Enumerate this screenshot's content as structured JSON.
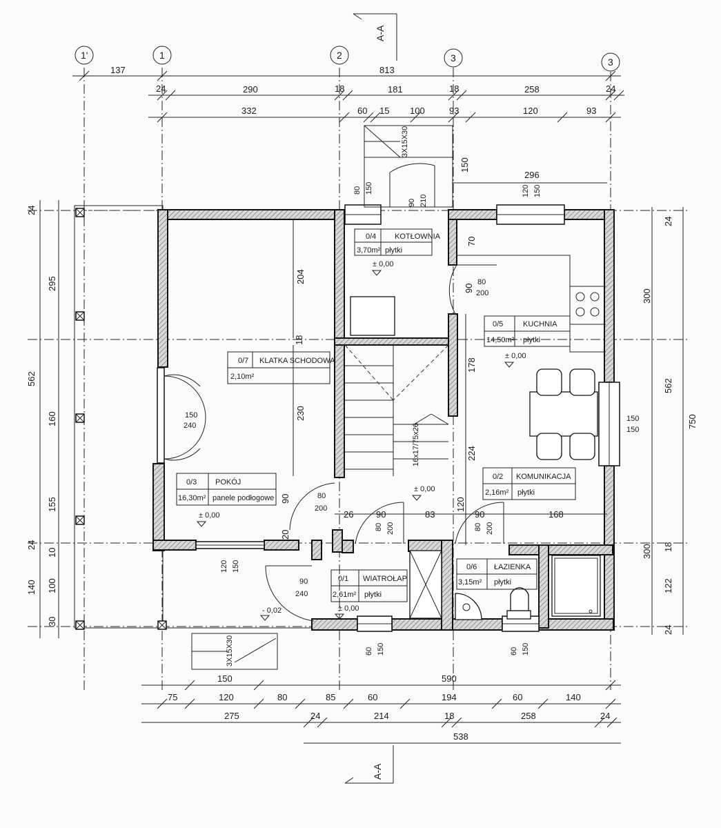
{
  "section_marker": {
    "top": "A-A",
    "bottom": "A-A"
  },
  "axes": {
    "a1p": "1'",
    "a1": "1",
    "a2": "2",
    "a3": "3",
    "a3b": "3"
  },
  "dims": {
    "top_row1": [
      "137",
      "813"
    ],
    "top_row2": [
      "24",
      "290",
      "18",
      "181",
      "18",
      "258",
      "24"
    ],
    "top_row3": [
      "332",
      "60",
      "15",
      "100",
      "93",
      "120",
      "93"
    ],
    "right_col1": [
      "24",
      "300",
      "300",
      "18",
      "122",
      "24"
    ],
    "right_col2": [
      "562",
      "750"
    ],
    "left_col1": [
      "24",
      "295",
      "160",
      "155",
      "24",
      "10",
      "100",
      "30"
    ],
    "left_col2": [
      "562",
      "140"
    ],
    "bottom_row1": [
      "150",
      "590"
    ],
    "bottom_row2": [
      "75",
      "120",
      "80",
      "85",
      "60",
      "194",
      "60",
      "140"
    ],
    "bottom_row3": [
      "275",
      "24",
      "214",
      "18",
      "258",
      "24"
    ],
    "bottom_row4": [
      "538"
    ],
    "inner": {
      "d296": "296",
      "d204": "204",
      "d18": "18",
      "d230": "230",
      "d178": "178",
      "d224": "224",
      "d70": "70",
      "d150v": "150",
      "d26": "26",
      "d90a": "90",
      "d83": "83",
      "d90b": "90",
      "d168": "168",
      "d120": "120",
      "d20": "20",
      "d90c": "90"
    }
  },
  "openings": {
    "w_kotl": [
      "80",
      "150"
    ],
    "d_kotl": [
      "90",
      "210"
    ],
    "w_kuch": [
      "120",
      "150"
    ],
    "d_kuch": [
      "80",
      "200"
    ],
    "w_pok": [
      "150",
      "240"
    ],
    "d_pok": [
      "80",
      "200"
    ],
    "w_east": [
      "150",
      "150"
    ],
    "d_wiatr": [
      "80",
      "200"
    ],
    "d_laz": [
      "80",
      "200"
    ],
    "w_south_pok": [
      "120",
      "150"
    ],
    "d_main": [
      "90",
      "240"
    ],
    "w_wiatr": [
      "60",
      "150"
    ],
    "w_laz": [
      "60",
      "150"
    ]
  },
  "stairs": {
    "top": "3X15X30",
    "bottom": "3X15X30",
    "main": "16x17/75x26"
  },
  "rooms": [
    {
      "num": "0/4",
      "name": "KOTŁOWNIA",
      "area": "3,70m²",
      "floor": "płytki",
      "level": "± 0,00"
    },
    {
      "num": "0/5",
      "name": "KUCHNIA",
      "area": "14,50m²",
      "floor": "płytki",
      "level": "± 0,00"
    },
    {
      "num": "0/7",
      "name": "KLATKA SCHODOWA",
      "area": "2,10m²",
      "floor": "",
      "level": ""
    },
    {
      "num": "0/3",
      "name": "POKÓJ",
      "area": "16,30m²",
      "floor": "panele podłogowe",
      "level": "± 0,00"
    },
    {
      "num": "0/2",
      "name": "KOMUNIKACJA",
      "area": "2,16m²",
      "floor": "płytki",
      "level": "± 0,00"
    },
    {
      "num": "0/1",
      "name": "WIATROŁAP",
      "area": "2,61m²",
      "floor": "płytki",
      "level": "± 0,00"
    },
    {
      "num": "0/6",
      "name": "ŁAZIENKA",
      "area": "3,15m²",
      "floor": "płytki",
      "level": ""
    }
  ],
  "ext_level": "- 0,02"
}
